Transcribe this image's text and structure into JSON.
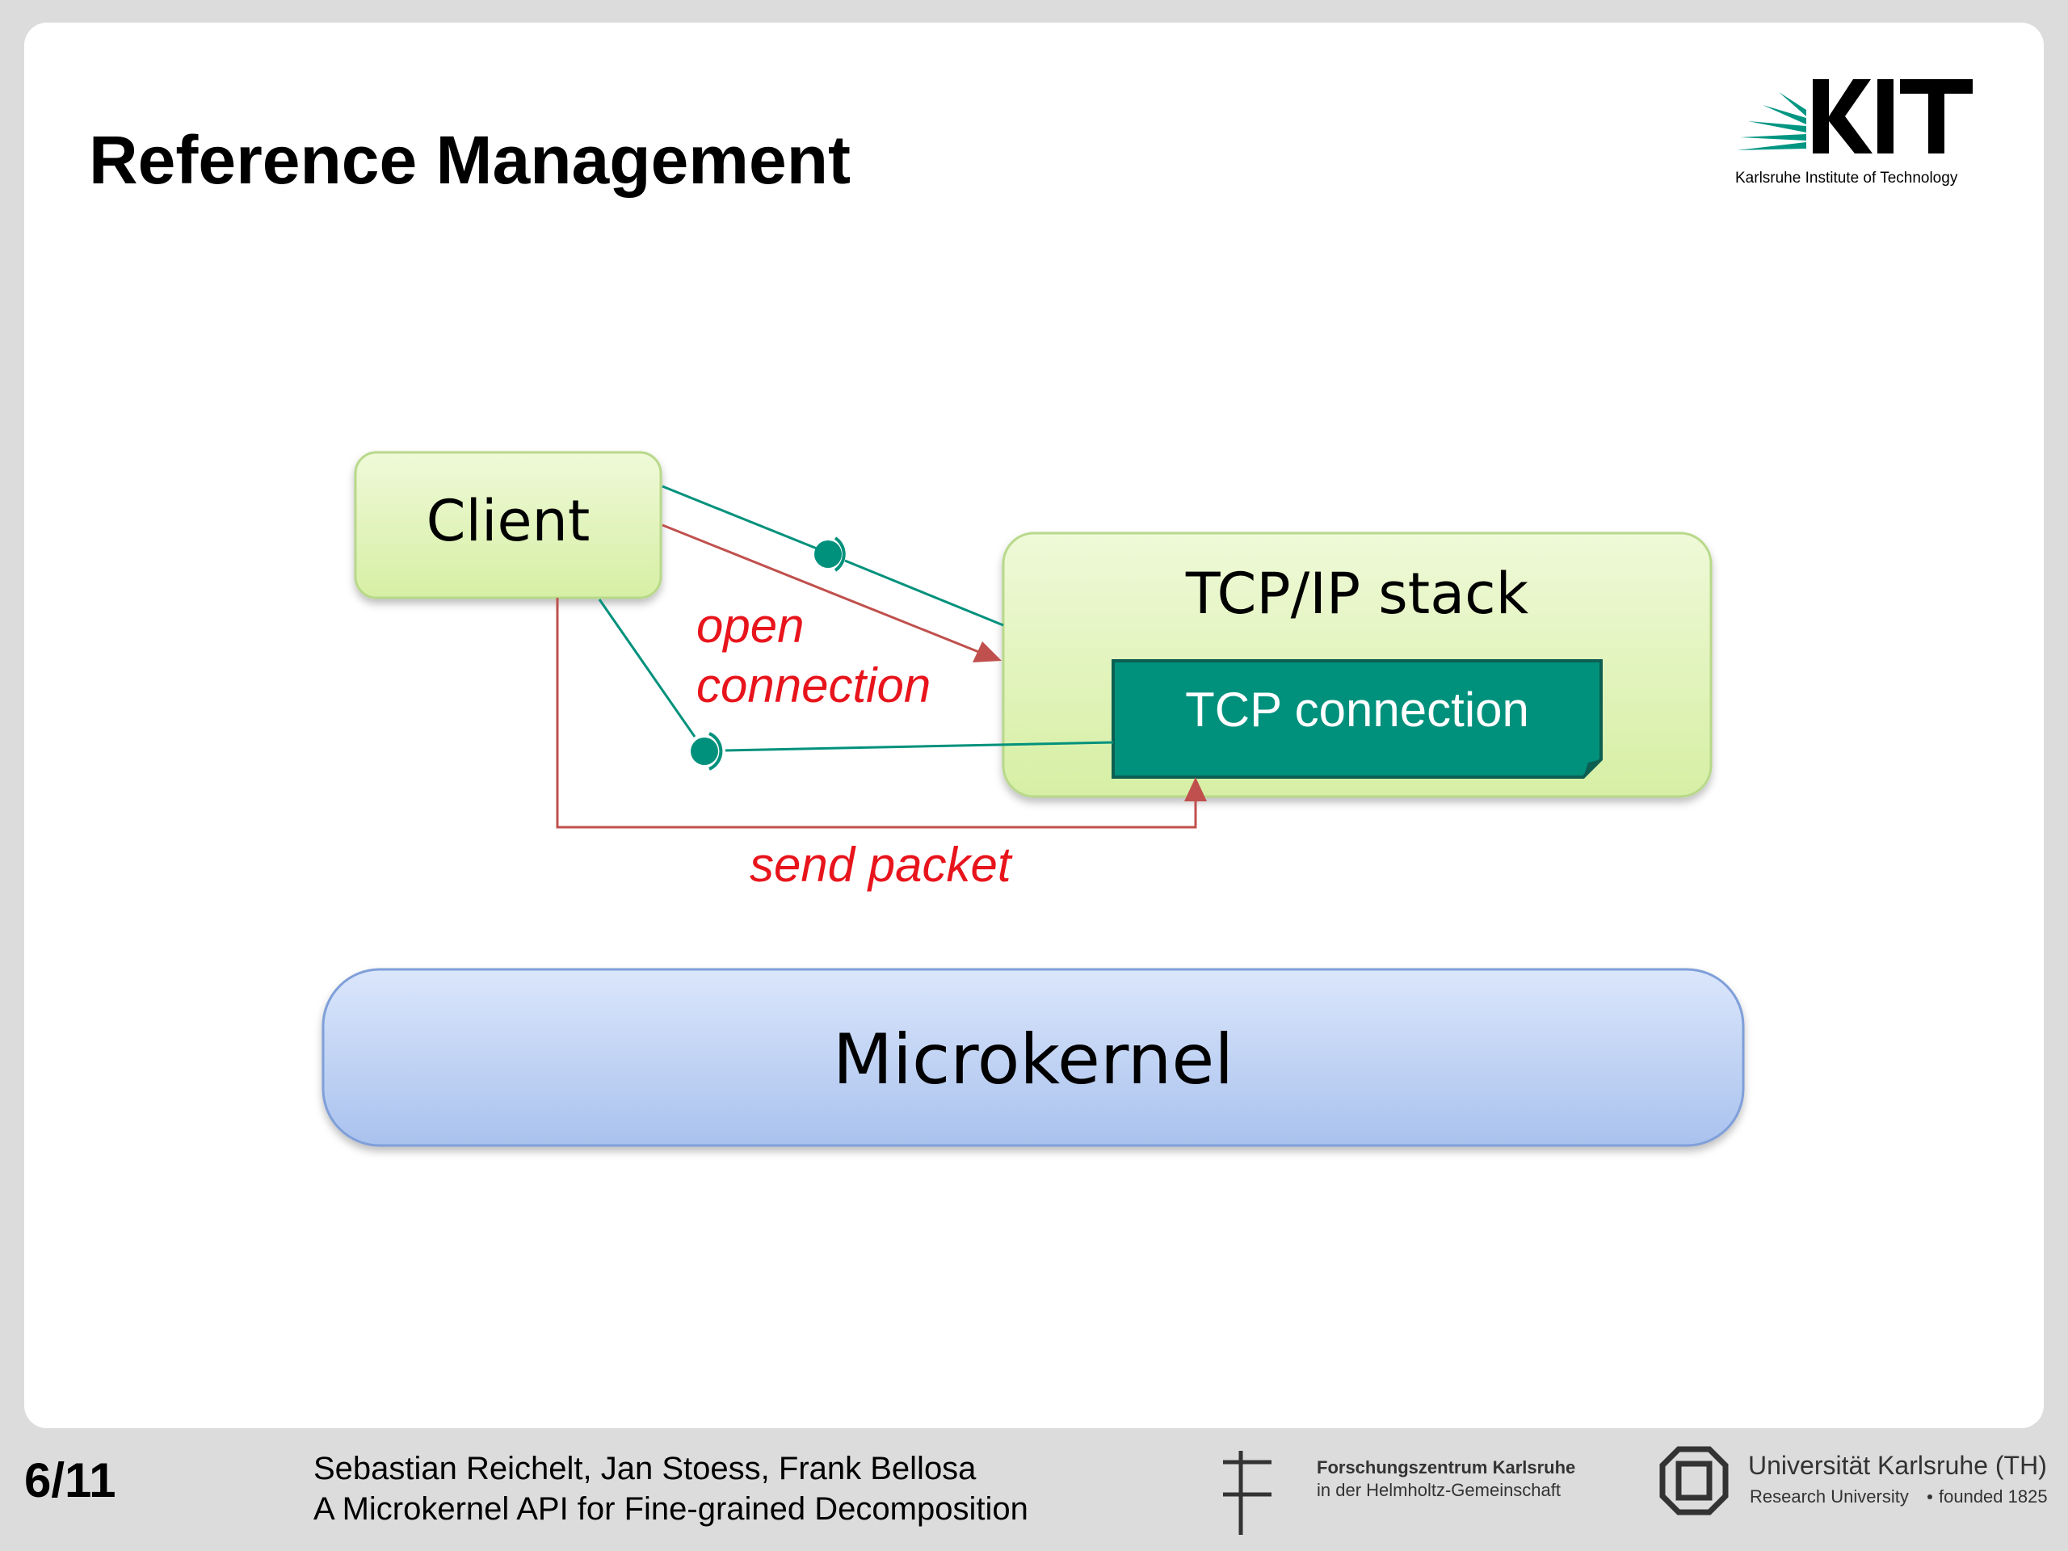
{
  "slide": {
    "title": "Reference Management"
  },
  "logo": {
    "brand": "KIT",
    "tagline": "Karlsruhe Institute of Technology",
    "accent": "#009682"
  },
  "diagram": {
    "client_label": "Client",
    "stack_label": "TCP/IP stack",
    "connection_label": "TCP connection",
    "kernel_label": "Microkernel",
    "annotation_open_line1": "open",
    "annotation_open_line2": "connection",
    "annotation_send": "send packet",
    "colors": {
      "green_box": "#e6f5c4",
      "teal": "#00917c",
      "red": "#c0504d",
      "red_text": "#e8141c",
      "kernel_blue": "#c2d4f4"
    }
  },
  "footer": {
    "page": "6/11",
    "authors": "Sebastian Reichelt, Jan Stoess, Frank Bellosa",
    "talk_title": "A Microkernel API for Fine-grained Decomposition",
    "fzk_line1": "Forschungszentrum Karlsruhe",
    "fzk_line2": "in der Helmholtz-Gemeinschaft",
    "uka_line1": "Universität Karlsruhe (TH)",
    "uka_line2": "Research University",
    "uka_line3": "founded 1825"
  }
}
